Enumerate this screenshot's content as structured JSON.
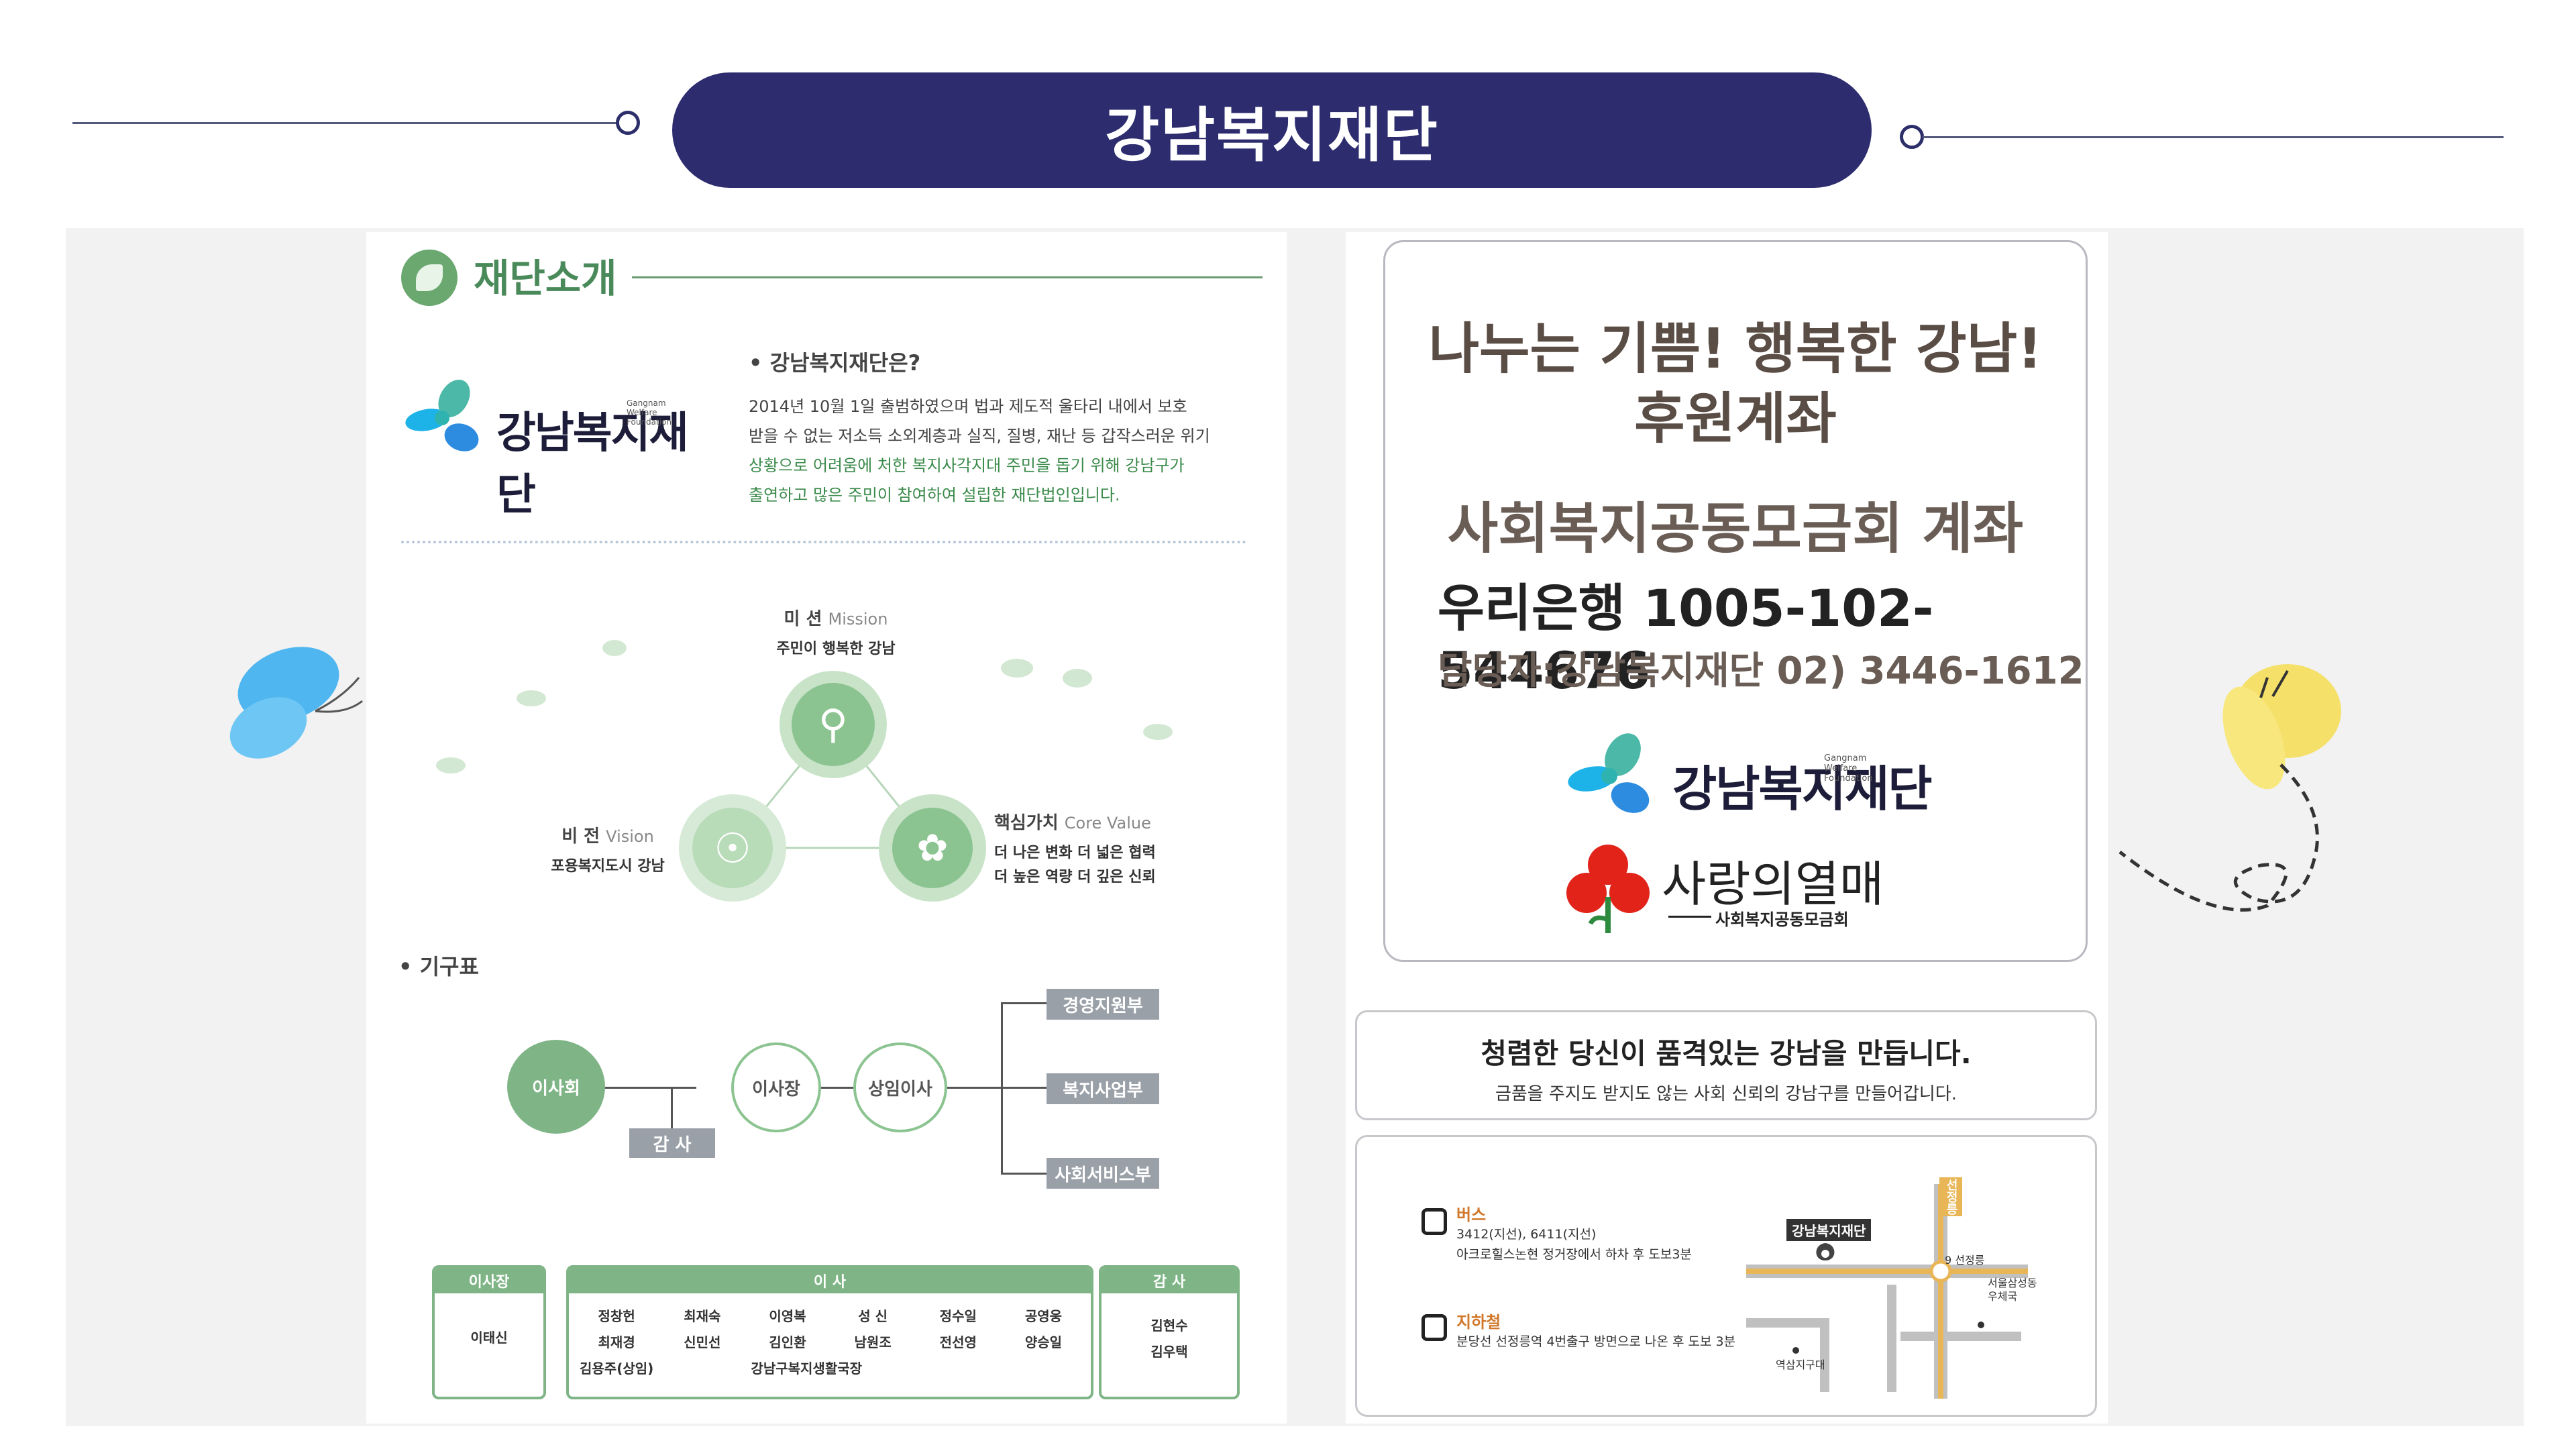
{
  "header": {
    "title": "강남복지재단"
  },
  "left_doc": {
    "section_title": "재단소개",
    "logo_text": "강남복지재단",
    "logo_sub": [
      "Gangnam",
      "Welfare",
      "Foundation"
    ],
    "intro_heading": "• 강남복지재단은?",
    "intro_lines": [
      "2014년 10월 1일 출범하였으며 법과 제도적 울타리 내에서 보호",
      "받을 수 없는 저소득 소외계층과 실직, 질병, 재난 등 갑작스러운 위기",
      "상황으로 어려움에 처한 복지사각지대 주민을 돕기 위해 강남구가",
      "출연하고 많은 주민이 참여하여 설립한 재단법인입니다."
    ],
    "mission": {
      "label": "미 션",
      "en": "Mission",
      "sub": "주민이 행복한 강남"
    },
    "vision": {
      "label": "비 전",
      "en": "Vision",
      "sub": "포용복지도시 강남"
    },
    "core": {
      "label": "핵심가치",
      "en": "Core Value",
      "sub1": "더 나은 변화 더 넓은 협력",
      "sub2": "더 높은 역량 더 깊은 신뢰"
    },
    "org_heading": "• 기구표",
    "org": {
      "board": "이사회",
      "auditor": "감 사",
      "chairman": "이사장",
      "director": "상임이사",
      "dept1": "경영지원부",
      "dept2": "복지사업부",
      "dept3": "사회서비스부"
    },
    "table": {
      "chair_header": "이사장",
      "chair_name": "이태신",
      "directors_header": "이 사",
      "directors": [
        "정창헌",
        "최재숙",
        "이영복",
        "성 신",
        "정수일",
        "공영웅",
        "최재경",
        "신민선",
        "김인환",
        "남원조",
        "전선영",
        "양승일"
      ],
      "directors_extra": [
        "김용주(상임)",
        "",
        "강남구복지생활국장"
      ],
      "auditor_header": "감 사",
      "auditors": [
        "김현수",
        "김우택"
      ]
    }
  },
  "right_card": {
    "slogan_line1": "나누는 기쁨! 행복한 강남!",
    "slogan_line2": "후원계좌",
    "account_org": "사회복지공동모금회 계좌",
    "bank": "우리은행 1005-102-544676",
    "contact": "담당자:강남복지재단 02) 3446-1612",
    "logo_text": "강남복지재단",
    "logo_sub": [
      "Gangnam",
      "Welfare",
      "Foundation"
    ],
    "love_text": "사랑의열매",
    "love_sub": "사회복지공동모금회",
    "clean_heading": "청렴한 당신이 품격있는 강남을 만듭니다.",
    "clean_sub": "금품을 주지도 받지도 않는 사회 신뢰의 강남구를 만들어갑니다.",
    "bus_heading": "버스",
    "bus_line1": "3412(지선), 6411(지선)",
    "bus_line2": "아크로힐스논현 정거장에서 하차 후 도보3분",
    "subway_heading": "지하철",
    "subway_line": "분당선 선정릉역 4번출구 방면으로 나온 후 도보 3분",
    "map_marker": "강남복지재단",
    "map_station": "선정릉",
    "map_line": "9 선정릉",
    "map_office": [
      "서울삼성동",
      "우체국"
    ],
    "map_police": "역삼지구대"
  },
  "colors": {
    "navy": "#2c2c6e",
    "green": "#7fb586",
    "orange": "#d1782a",
    "brown": "#5a4d45"
  }
}
